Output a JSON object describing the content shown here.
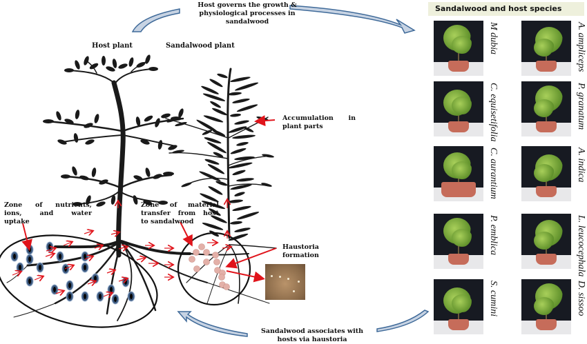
{
  "diagram": {
    "top_caption": [
      "Host governs the growth &",
      "physiological processes in",
      "sandalwood"
    ],
    "bottom_caption": [
      "Sandalwood associates with",
      "hosts via haustoria"
    ],
    "host_plant_label": "Host plant",
    "sandalwood_plant_label": "Sandalwood plant",
    "accumulation_label": [
      "Accumulation in",
      "plant parts"
    ],
    "zone_uptake_label": [
      "Zone of nutrients,",
      "ions, and water",
      "uptake"
    ],
    "zone_transfer_label": [
      "Zone of material",
      "transfer from host",
      "to sandalwood"
    ],
    "haustoria_label": [
      "Haustoria",
      "formation"
    ],
    "colors": {
      "arrow_fill": "#c7d3e3",
      "arrow_stroke": "#3f6a99",
      "red_arrow": "#e0141b",
      "nodule_fill": "#3d5a80",
      "haustoria_fill": "#e3b0a8",
      "plant": "#1a1a1a"
    }
  },
  "panel": {
    "header": "Sandalwood  and host species",
    "species": [
      {
        "name": "M dubia",
        "column": "left"
      },
      {
        "name": "A. ampliceps",
        "column": "right"
      },
      {
        "name": "C. equisetifolia",
        "column": "left"
      },
      {
        "name": "P. granatum",
        "column": "right"
      },
      {
        "name": "C. aurantium",
        "column": "left"
      },
      {
        "name": "A. indica",
        "column": "right"
      },
      {
        "name": "P. emblica",
        "column": "left"
      },
      {
        "name": "L. leucocephala",
        "column": "right"
      },
      {
        "name": "S. cumini",
        "column": "left"
      },
      {
        "name": "D. sissoo",
        "column": "right"
      }
    ]
  }
}
